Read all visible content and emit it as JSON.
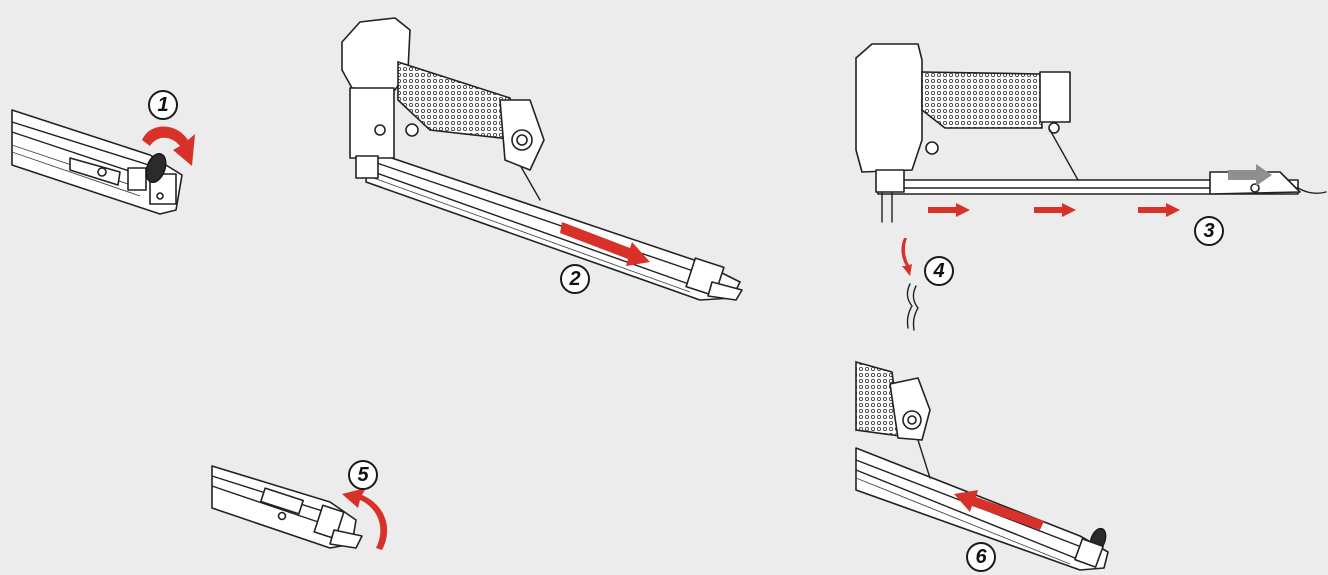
{
  "steps": [
    {
      "label": "1"
    },
    {
      "label": "2"
    },
    {
      "label": "3"
    },
    {
      "label": "4"
    },
    {
      "label": "5"
    },
    {
      "label": "6"
    }
  ],
  "colors": {
    "background": "#ececec",
    "arrow_red": "#d8312a",
    "arrow_grey": "#8f8f8f",
    "outline": "#222222"
  },
  "icons": [
    "lever-open-arrow-icon",
    "slide-forward-arrow-icon",
    "push-rod-arrow-icon",
    "insert-staples-arrow-icon",
    "lever-close-arrow-icon",
    "slide-back-arrow-icon"
  ]
}
